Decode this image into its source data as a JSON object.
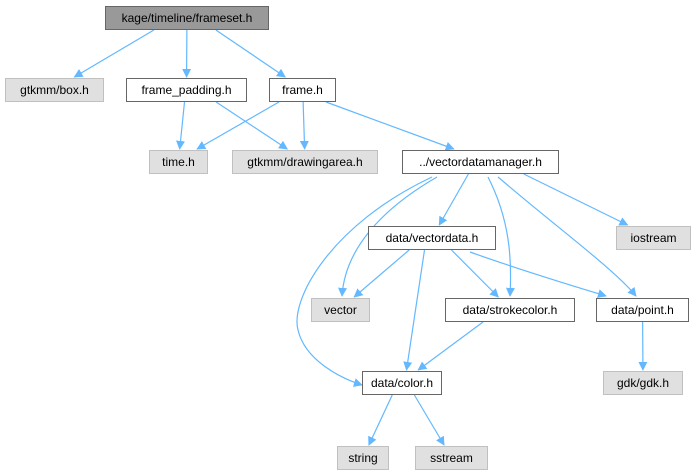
{
  "colors": {
    "edge": "#63b8ff",
    "root_fill": "#999999",
    "local_fill": "#ffffff",
    "system_fill": "#e0e0e0",
    "local_border": "#666666",
    "system_border": "#c0c0c0"
  },
  "nodes": [
    {
      "id": "frameset",
      "label": "kage/timeline/frameset.h",
      "kind": "root"
    },
    {
      "id": "box",
      "label": "gtkmm/box.h",
      "kind": "system"
    },
    {
      "id": "padding",
      "label": "frame_padding.h",
      "kind": "local"
    },
    {
      "id": "frame",
      "label": "frame.h",
      "kind": "local"
    },
    {
      "id": "time",
      "label": "time.h",
      "kind": "system"
    },
    {
      "id": "drawingarea",
      "label": "gtkmm/drawingarea.h",
      "kind": "system"
    },
    {
      "id": "vdm",
      "label": "../vectordatamanager.h",
      "kind": "local"
    },
    {
      "id": "iostream",
      "label": "iostream",
      "kind": "system"
    },
    {
      "id": "vectordata",
      "label": "data/vectordata.h",
      "kind": "local"
    },
    {
      "id": "vector",
      "label": "vector",
      "kind": "system"
    },
    {
      "id": "strokecolor",
      "label": "data/strokecolor.h",
      "kind": "local"
    },
    {
      "id": "point",
      "label": "data/point.h",
      "kind": "local"
    },
    {
      "id": "gdk",
      "label": "gdk/gdk.h",
      "kind": "system"
    },
    {
      "id": "color",
      "label": "data/color.h",
      "kind": "local"
    },
    {
      "id": "string",
      "label": "string",
      "kind": "system"
    },
    {
      "id": "sstream",
      "label": "sstream",
      "kind": "system"
    }
  ],
  "edges": [
    [
      "frameset",
      "box"
    ],
    [
      "frameset",
      "padding"
    ],
    [
      "frameset",
      "frame"
    ],
    [
      "padding",
      "time"
    ],
    [
      "padding",
      "drawingarea"
    ],
    [
      "frame",
      "time"
    ],
    [
      "frame",
      "drawingarea"
    ],
    [
      "frame",
      "vdm"
    ],
    [
      "vdm",
      "vectordata"
    ],
    [
      "vdm",
      "iostream"
    ],
    [
      "vdm",
      "vector"
    ],
    [
      "vdm",
      "strokecolor"
    ],
    [
      "vdm",
      "point"
    ],
    [
      "vdm",
      "color"
    ],
    [
      "vectordata",
      "vector"
    ],
    [
      "vectordata",
      "strokecolor"
    ],
    [
      "vectordata",
      "point"
    ],
    [
      "vectordata",
      "color"
    ],
    [
      "strokecolor",
      "color"
    ],
    [
      "point",
      "gdk"
    ],
    [
      "color",
      "string"
    ],
    [
      "color",
      "sstream"
    ]
  ]
}
